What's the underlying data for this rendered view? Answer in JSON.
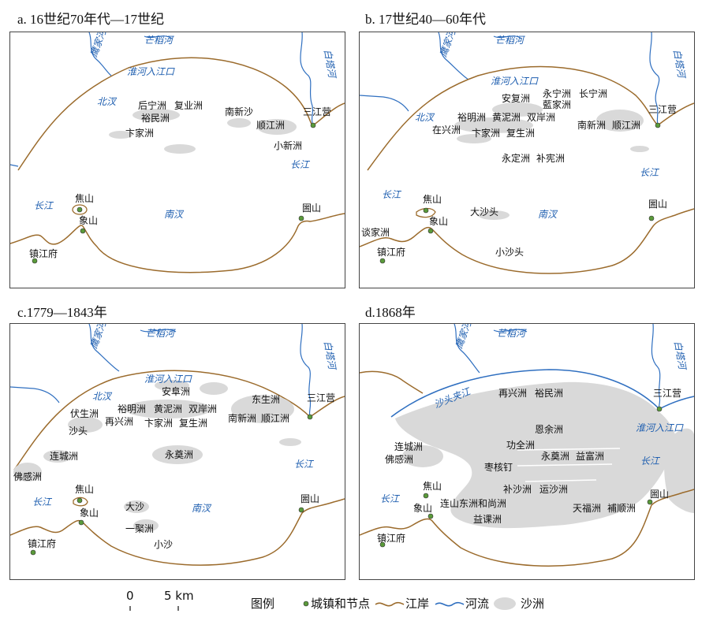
{
  "colors": {
    "coast": "#9b6b2c",
    "river": "#2f6fc0",
    "shoal": "#d9d9d9",
    "node": "#5a9a3a"
  },
  "panels": [
    {
      "title": "a. 16世纪70年代—17世纪",
      "rivers": [
        "鹰家河",
        "芒稻河",
        "白塔河"
      ],
      "water": [
        "淮河入江口",
        "北汊",
        "长江",
        "长江",
        "南汊"
      ],
      "nodes": [
        "三江营",
        "焦山",
        "象山",
        "圌山",
        "镇江府"
      ],
      "shoals": [
        "后宁洲",
        "复业洲",
        "裕民洲",
        "卞家洲",
        "南新沙",
        "顺江洲",
        "小新洲"
      ]
    },
    {
      "title": "b. 17世纪40—60年代",
      "rivers": [
        "鹰家河",
        "芒稻河",
        "白塔河"
      ],
      "water": [
        "淮河入江口",
        "北汊",
        "长江",
        "长江",
        "南汊"
      ],
      "nodes": [
        "三江营",
        "焦山",
        "象山",
        "圌山",
        "镇江府"
      ],
      "shoals": [
        "安复洲",
        "永宁洲",
        "长宁洲",
        "藍家洲",
        "裕明洲",
        "黄泥洲",
        "双岸洲",
        "在兴洲",
        "卞家洲",
        "复生洲",
        "南新洲",
        "顺江洲",
        "永定洲",
        "补宪洲",
        "大沙头",
        "谈家洲",
        "小沙头"
      ]
    },
    {
      "title": "c.1779—1843年",
      "rivers": [
        "鹰家河",
        "芒稻河",
        "白塔河"
      ],
      "water": [
        "淮河入江口",
        "北汊",
        "长江",
        "长江",
        "南汊"
      ],
      "nodes": [
        "三江营",
        "焦山",
        "象山",
        "圌山",
        "镇江府"
      ],
      "shoals": [
        "安阜洲",
        "东生洲",
        "裕明洲",
        "黄泥洲",
        "双岸洲",
        "伏生洲",
        "再兴洲",
        "卞家洲",
        "复生洲",
        "南新洲",
        "顺江洲",
        "沙头",
        "连城洲",
        "永奠洲",
        "佛感洲",
        "大沙",
        "一棸洲",
        "小沙"
      ]
    },
    {
      "title": "d.1868年",
      "rivers": [
        "鹰家河",
        "芒稻河",
        "白塔河"
      ],
      "water": [
        "沙头夹江",
        "淮河入江口",
        "长江",
        "长江"
      ],
      "nodes": [
        "三江营",
        "焦山",
        "象山",
        "圌山",
        "镇江府"
      ],
      "shoals": [
        "再兴洲",
        "裕民洲",
        "恩余洲",
        "功全洲",
        "连城洲",
        "佛感洲",
        "永奠洲",
        "益富洲",
        "枣核钉",
        "补沙洲",
        "运沙洲",
        "连山东洲和尚洲",
        "益课洲",
        "天福洲",
        "補顺洲"
      ]
    }
  ],
  "legend": {
    "scale_zero": "0",
    "scale_five": "5 km",
    "title": "图例",
    "node": "城镇和节点",
    "coast": "江岸",
    "river": "河流",
    "shoal": "沙洲"
  }
}
